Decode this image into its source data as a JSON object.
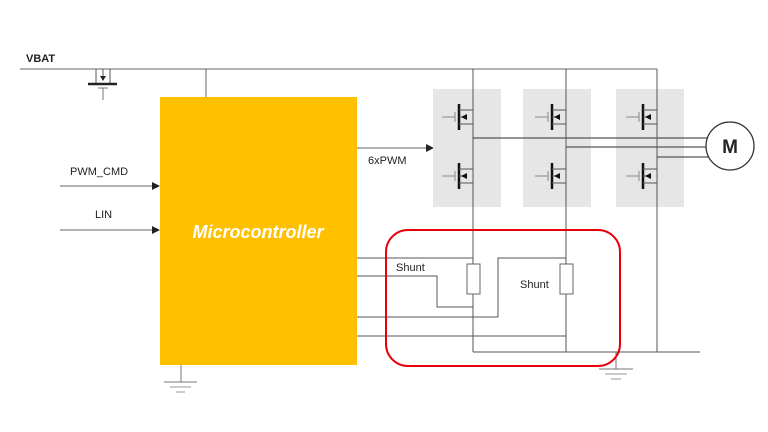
{
  "diagram": {
    "title": "BLDC motor driver with shunt current sensing",
    "supply_label": "VBAT",
    "inputs": [
      {
        "label": "PWM_CMD"
      },
      {
        "label": "LIN"
      }
    ],
    "microcontroller": {
      "label": "Microcontroller",
      "color": "#FFC000"
    },
    "pwm_bus_label": "6xPWM",
    "motor_label": "M",
    "half_bridges": 3,
    "shunts": [
      {
        "label": "Shunt"
      },
      {
        "label": "Shunt"
      }
    ],
    "highlight_color": "#E8000B",
    "bridge_bg_color": "#E6E6E6",
    "wire_color": "#555555"
  }
}
